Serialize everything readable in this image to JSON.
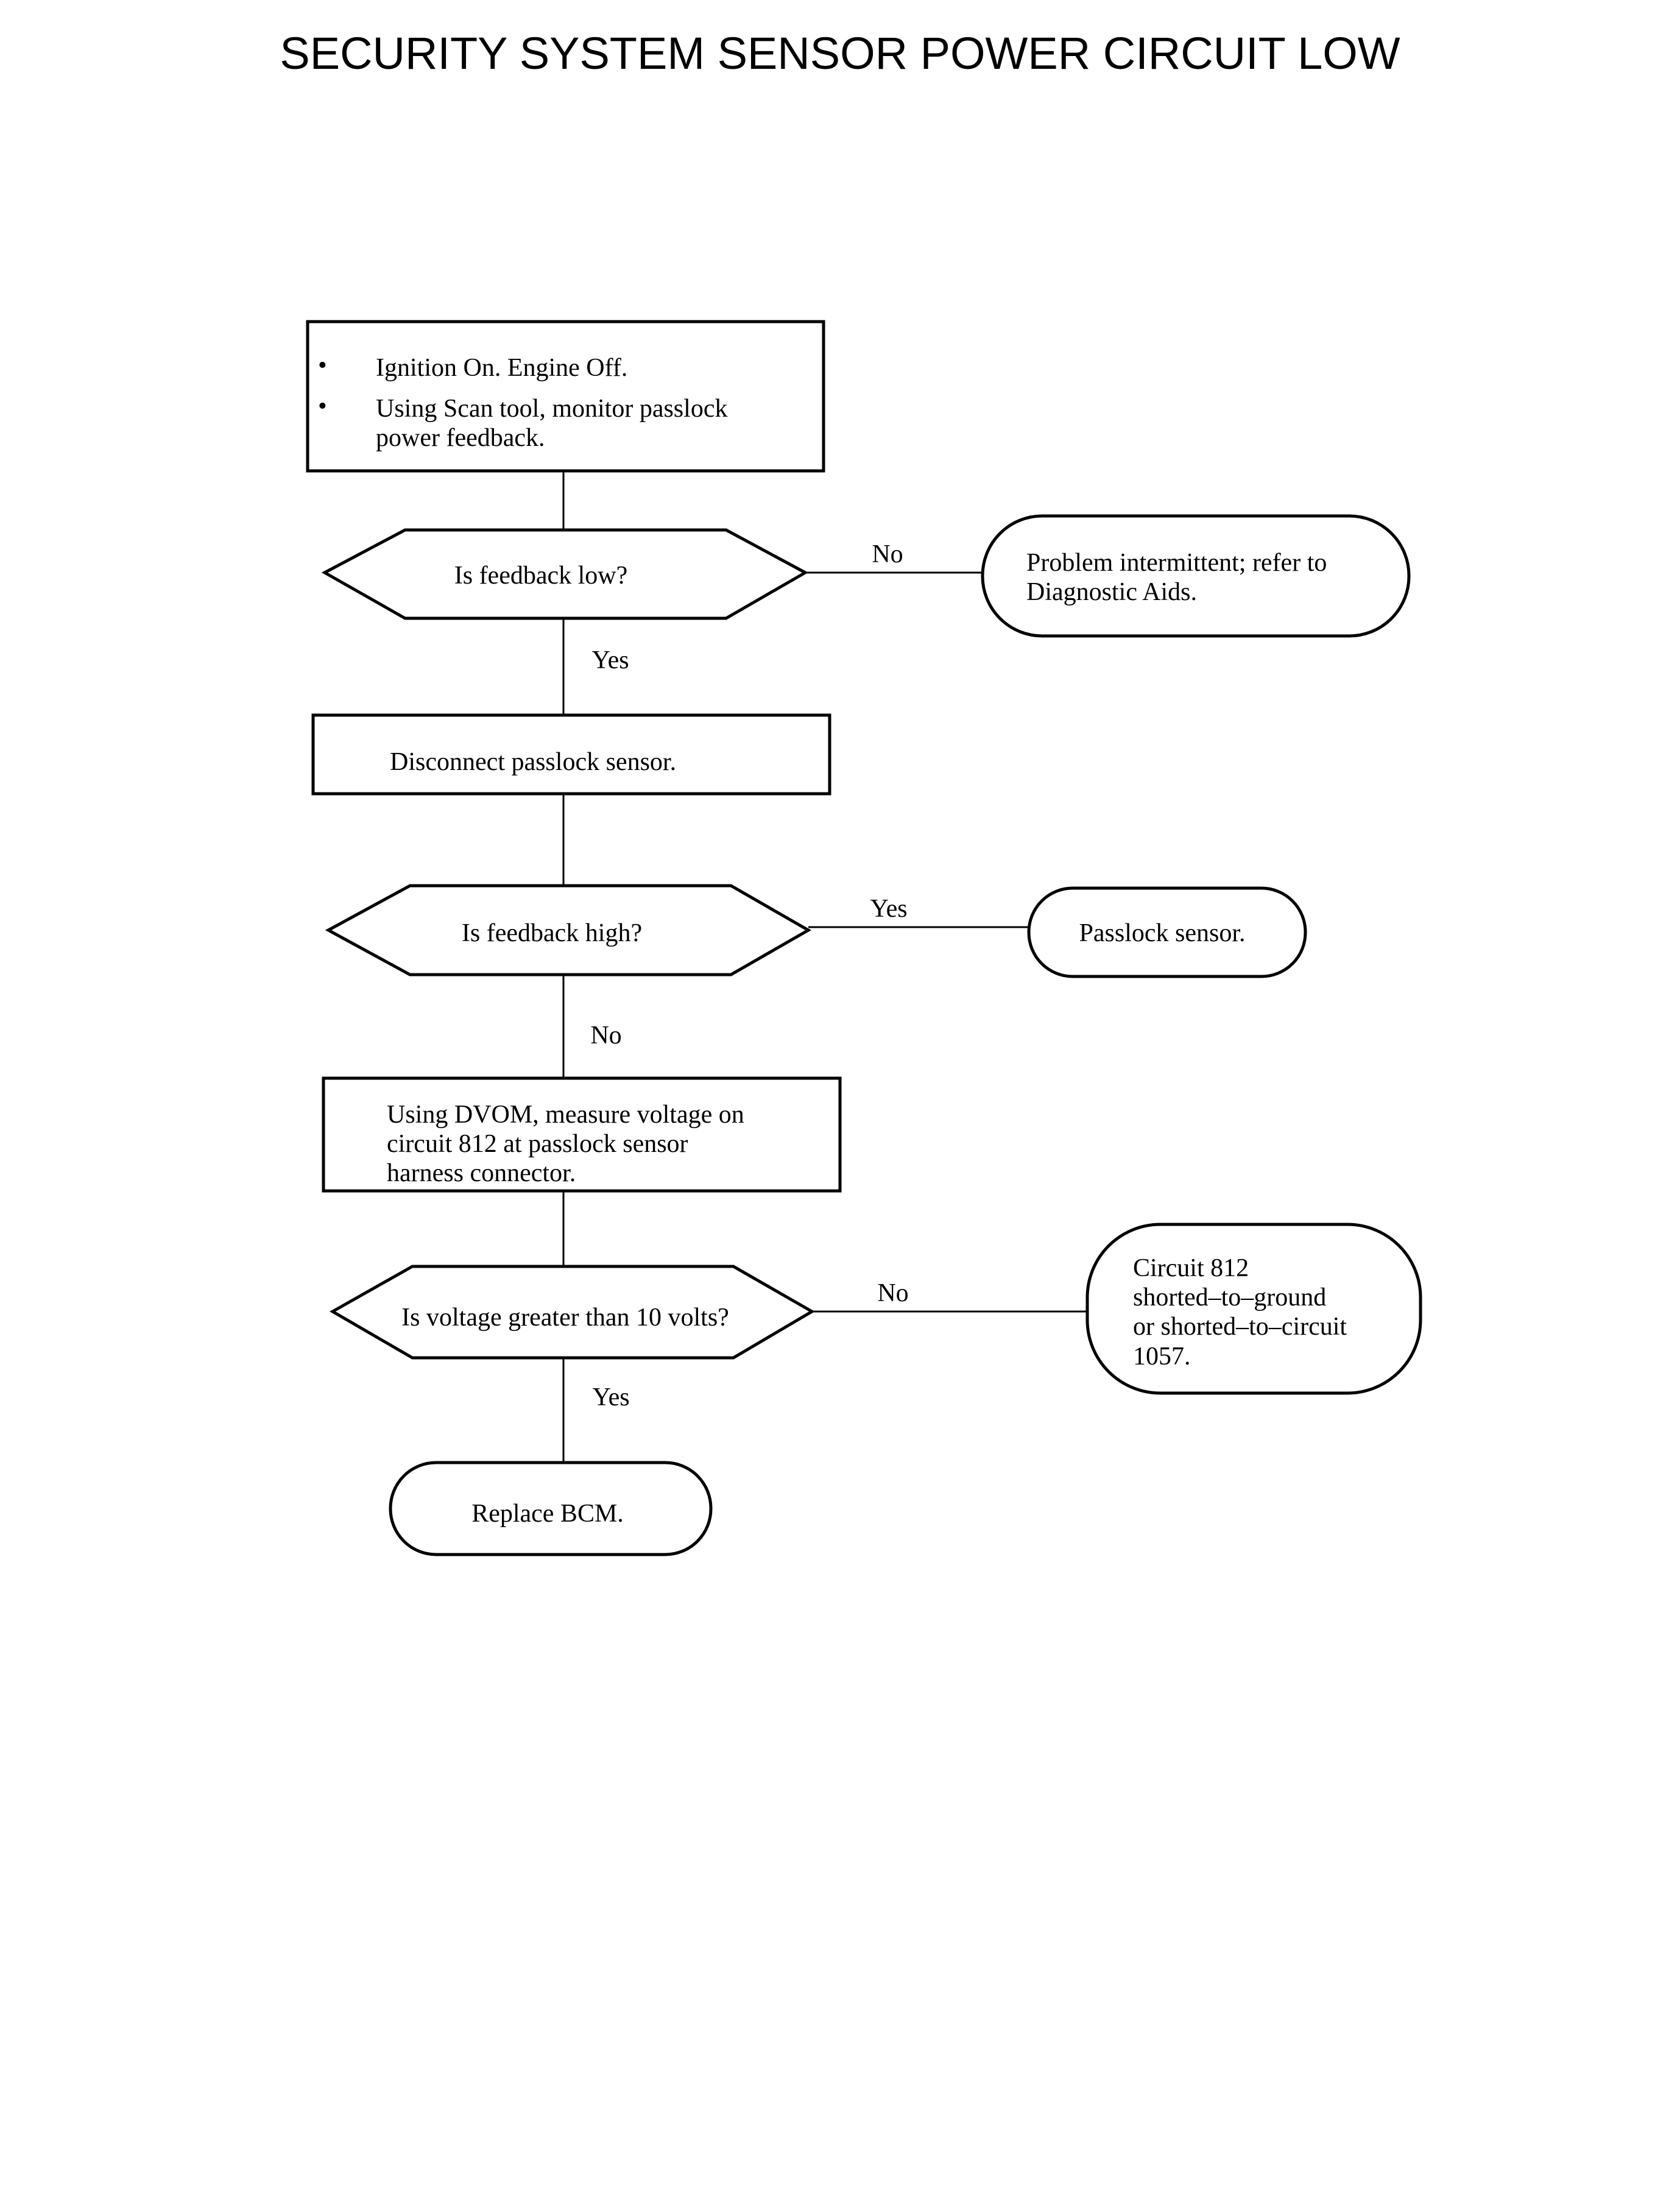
{
  "title": "SECURITY SYSTEM SENSOR POWER CIRCUIT LOW",
  "steps": {
    "start": {
      "bullets": [
        "Ignition On. Engine Off.",
        "Using Scan tool, monitor passlock",
        "power feedback."
      ]
    },
    "q1": "Is feedback low?",
    "intermittent": [
      "Problem intermittent; refer to",
      "Diagnostic Aids."
    ],
    "disconnect": "Disconnect passlock sensor.",
    "q2": "Is feedback high?",
    "passlock_sensor": "Passlock sensor.",
    "measure": [
      "Using DVOM, measure voltage on",
      "circuit 812 at passlock sensor",
      "harness connector."
    ],
    "q3": "Is voltage greater than 10 volts?",
    "circuit_short": [
      "Circuit 812",
      "shorted–to–ground",
      "or shorted–to–circuit",
      "1057."
    ],
    "replace_bcm": "Replace BCM."
  },
  "bullet_symbol": "•",
  "labels": {
    "q1_no": "No",
    "q1_yes": "Yes",
    "q2_yes": "Yes",
    "q2_no": "No",
    "q3_no": "No",
    "q3_yes": "Yes"
  }
}
